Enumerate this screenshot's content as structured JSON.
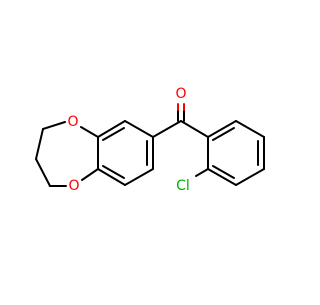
{
  "molecule": {
    "atom_labels": {
      "carbonyl_oxygen": "O",
      "ring_oxygen_upper": "O",
      "ring_oxygen_lower": "O",
      "chlorine": "Cl"
    },
    "colors": {
      "bond": "#000000",
      "oxygen": "#ff0000",
      "chlorine": "#00b000",
      "background": "#ffffff"
    }
  }
}
